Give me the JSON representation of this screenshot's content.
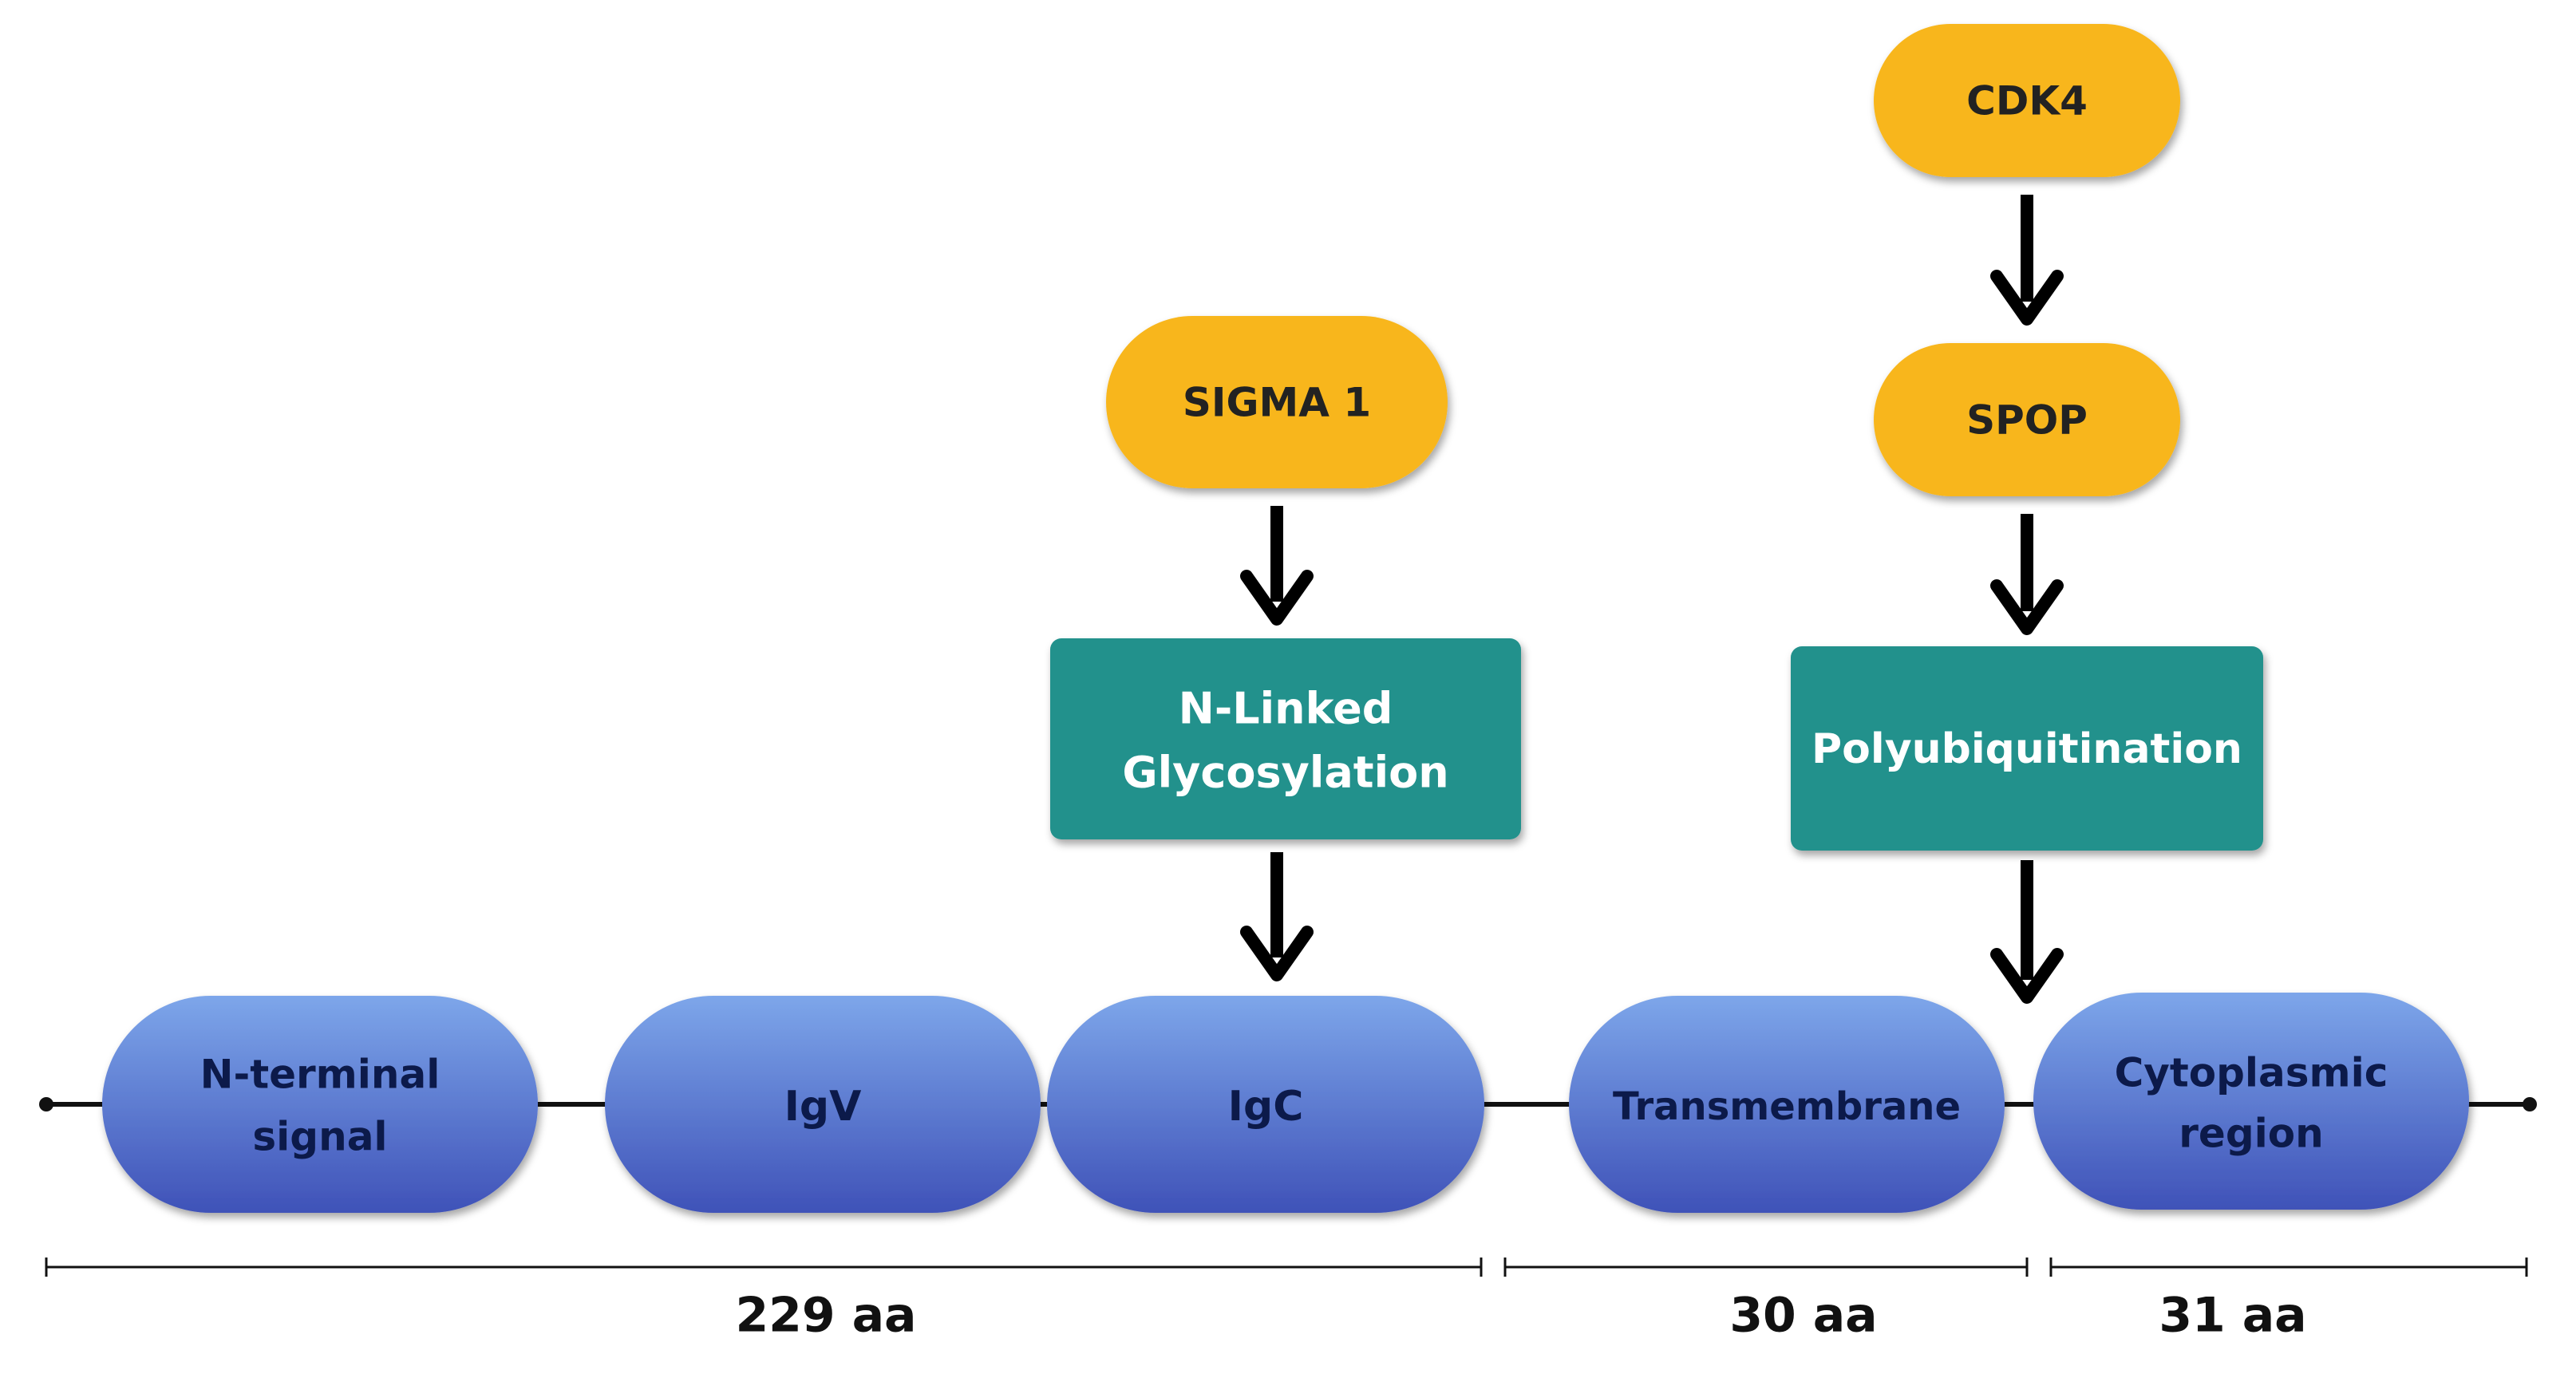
{
  "colors": {
    "regulator_fill": "#f8b61c",
    "modification_fill": "#20918c",
    "domain_fill_top": "#7da6ea",
    "domain_fill_bottom": "#3f52b8",
    "backbone": "#111111",
    "arrow": "#000000"
  },
  "regulators": {
    "sigma1": "SIGMA 1",
    "cdk4": "CDK4",
    "spop": "SPOP"
  },
  "modifications": {
    "glycosylation": [
      "N-Linked",
      "Glycosylation"
    ],
    "polyubiquitination": [
      "Polyubiquitination"
    ]
  },
  "domains": {
    "n_terminal": [
      "N-terminal",
      "signal"
    ],
    "igv": [
      "IgV"
    ],
    "igc": [
      "IgC"
    ],
    "transmembrane": [
      "Transmembrane"
    ],
    "cytoplasmic": [
      "Cytoplasmic",
      "region"
    ]
  },
  "segment_lengths": {
    "extracellular": "229 aa",
    "transmembrane": "30 aa",
    "cytoplasmic": "31 aa"
  }
}
